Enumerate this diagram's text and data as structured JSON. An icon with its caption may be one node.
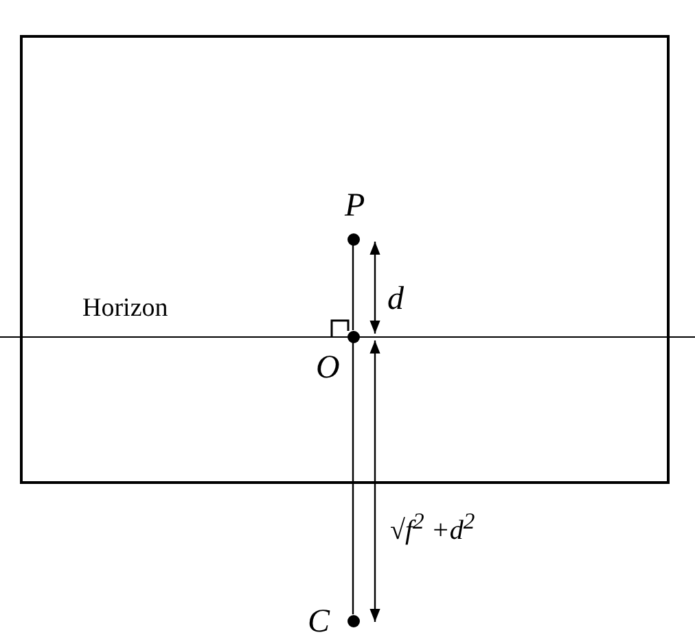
{
  "diagram": {
    "nodes": [
      {
        "text": [],
        "shape": "circle",
        "beside": [
          "P"
        ]
      },
      {
        "text": [],
        "shape": "circle",
        "beside": [
          "O"
        ]
      },
      {
        "text": [],
        "shape": "circle",
        "beside": [
          "C"
        ]
      }
    ],
    "edges": [
      {
        "from": 0,
        "to": 1,
        "arrow": "none"
      },
      {
        "from": 1,
        "to": 2,
        "arrow": "none"
      }
    ],
    "labels": [
      "Horizon",
      "d",
      "√f$^{2}$ +d$^{2}$"
    ]
  }
}
